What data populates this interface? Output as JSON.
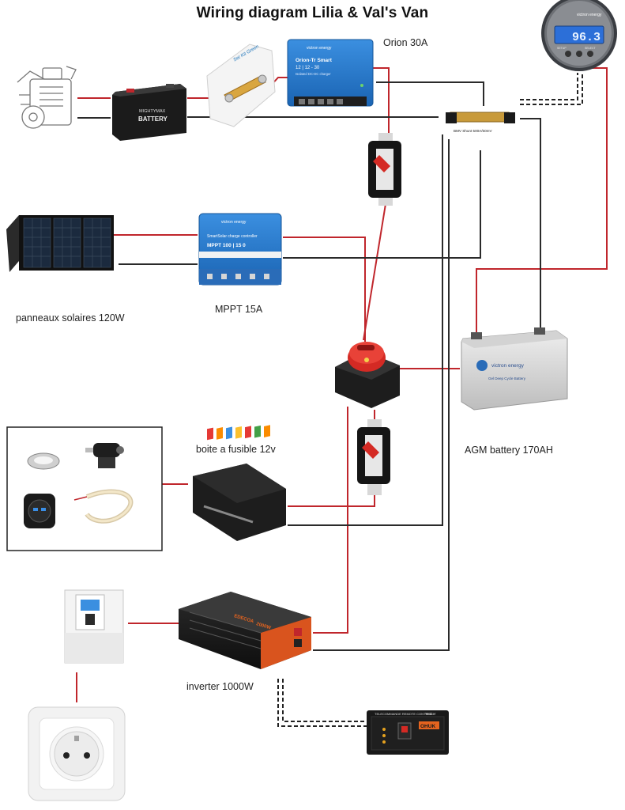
{
  "title": "Wiring diagram Lilia & Val's Van",
  "labels": {
    "orion": "Orion 30A",
    "solar": "panneaux solaires 120W",
    "mppt": "MPPT 15A",
    "fusebox": "boite a fusible 12v",
    "agm": "AGM battery 170AH",
    "inverter": "inverter 1000W"
  },
  "device_text": {
    "monitor_brand": "victron energy",
    "monitor_display": "96.3",
    "monitor_setup": "SETUP",
    "monitor_select": "SELECT",
    "orion_brand": "victron energy",
    "orion_name": "Orion-Tr Smart",
    "orion_model": "12 | 12 - 30",
    "orion_sub": "Isolated DC-DC charger",
    "starter_battery_brand": "MIGHTYMAX",
    "starter_battery_type": "BATTERY",
    "fuse_holder_brand": "Set Kit Green",
    "shunt_text": "BMV Shunt 500A/50mV",
    "mppt_brand": "victron energy",
    "mppt_name": "SmartSolar charge controller",
    "mppt_model": "MPPT 100 | 15 0",
    "agm_brand": "victron energy",
    "agm_sub": "Gel Deep Cycle Battery",
    "inverter_brand": "EDECOA",
    "inverter_power": "2000W",
    "remote_title": "TELECOMMANDE REMOTE CONTROL",
    "remote_brand": "Yesker",
    "remote_display": "OHUK"
  },
  "colors": {
    "positive_wire": "#c0262c",
    "negative_wire": "#2a2a2a",
    "victron_blue": "#1f73c6",
    "switch_red": "#d42a24"
  }
}
